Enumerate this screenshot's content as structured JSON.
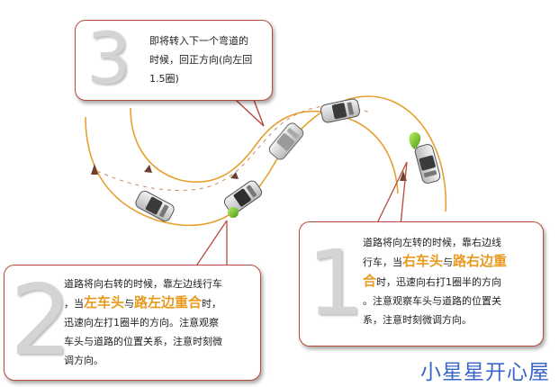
{
  "callout3": {
    "number": "3",
    "lines": [
      "即将转入下一个弯道的",
      "时候，回正方向(向左回",
      "1.5圈)"
    ]
  },
  "callout2": {
    "number": "2",
    "line1": "道路将向右转的时候，靠左边线行车",
    "line2_pre": "，当",
    "line2_hl1": "左车头",
    "line2_mid": "与",
    "line2_hl2": "路左边重合",
    "line2_post": "时，",
    "line3": "迅速向左打1圈半的方向。注意观察",
    "line4": "车头与道路的位置关系，注意时刻微",
    "line5": "调方向。"
  },
  "callout1": {
    "number": "1",
    "line1": "道路将向左转的时候，靠右边线",
    "line2_pre": "行车，当",
    "line2_hl1": "右车头",
    "line2_mid": "与",
    "line2_hl2": "路右边重",
    "line3_hl": "合",
    "line3_post": "时，迅速向右打1圈半的方向",
    "line4": "。注意观察车头与道路的位置关",
    "line5": "系，注意时刻微调方向。"
  },
  "brand": "小星星开心屋",
  "colors": {
    "road_edge": "#e6a030",
    "callout_border": "#b84a3c",
    "highlight": "#e89a1f",
    "marker": "#7ec832",
    "brand": "#3a66c8"
  }
}
